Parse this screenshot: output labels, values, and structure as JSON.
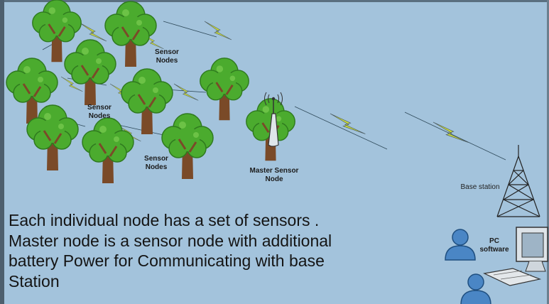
{
  "labels": {
    "sensor_nodes_1": "Sensor\nNodes",
    "sensor_nodes_2": "Sensor\nNodes",
    "sensor_nodes_3": "Sensor\nNodes",
    "master_sensor_node": "Master Sensor\nNode",
    "base_station": "Base station",
    "pc_software": "PC\nsoftware"
  },
  "description": "Each individual node has a set of sensors .\nMaster node is a sensor node with additional\nbattery Power for Communicating with base\nStation",
  "colors": {
    "background": "#a3c3dc",
    "foliage": "#4bab2e",
    "foliage_dark": "#2f7a1f",
    "trunk": "#7a4a28",
    "lightning": "#cfe03a",
    "person": "#4a86c5",
    "tower": "#222222"
  },
  "icons": [
    "tree-icon",
    "lightning-icon",
    "antenna-icon",
    "tower-icon",
    "person-icon",
    "monitor-icon",
    "keyboard-icon"
  ]
}
